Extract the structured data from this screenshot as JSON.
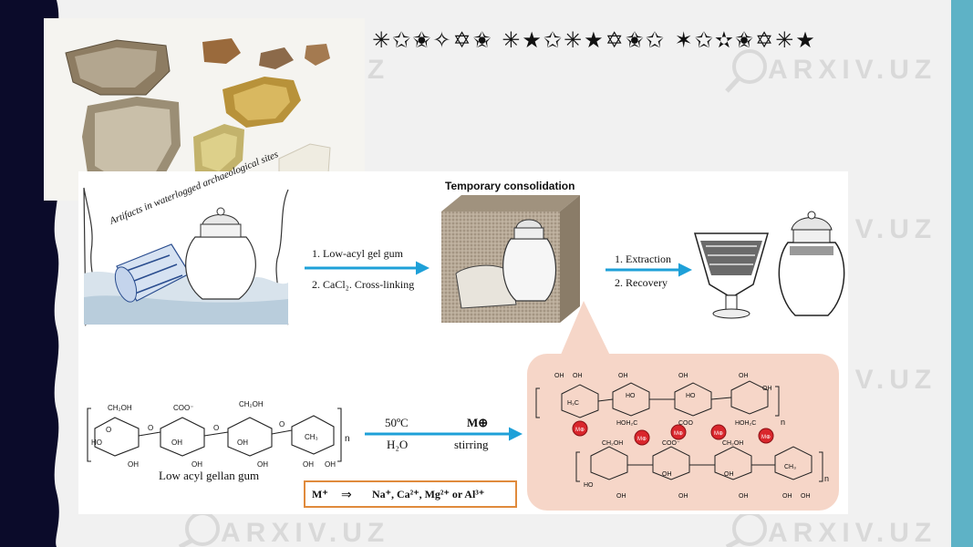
{
  "slide": {
    "title_glyphs": "✳✩✬✧✡✬ ✳★✩✳★✡✬✩ ✶✩✫✬✡✳★",
    "watermark": "ARXIV.UZ",
    "colors": {
      "left_band": "#0b0b2a",
      "right_bar": "#5eb2c6",
      "background": "#f1f1f1",
      "arrow_blue": "#1ea0d8",
      "panel_peach": "#f6d6c8",
      "badge_red": "#d9262c"
    }
  },
  "figure": {
    "site_caption": "Artifacts in waterlogged archaeological sites",
    "step_top_1": "1. Low-acyl gel gum",
    "step_top_2": "2. CaCl₂. Cross-linking",
    "temporary_title": "Temporary consolidation",
    "extract_1": "1. Extraction",
    "extract_2": "2. Recovery",
    "gellan_label": "Low acyl gellan gum",
    "cond_temp": "50ºC",
    "cond_solvent": "H₂O",
    "cond_metal": "M⊕",
    "cond_stirring": "stirring",
    "ion_label": "M⁺",
    "ion_arrow": "⇒",
    "ion_list": "Na⁺, Ca²⁺, Mg²⁺ or Al³⁺",
    "badge_text": "M⊕",
    "chem": {
      "ch2oh": "CH₂OH",
      "coo": "COO⁻",
      "coo2": "COO",
      "oh": "OH",
      "ho": "HO",
      "o": "O",
      "ch3": "CH₃",
      "h3c": "H₃C",
      "hoh2c": "HOH₂C",
      "n": "n"
    }
  }
}
